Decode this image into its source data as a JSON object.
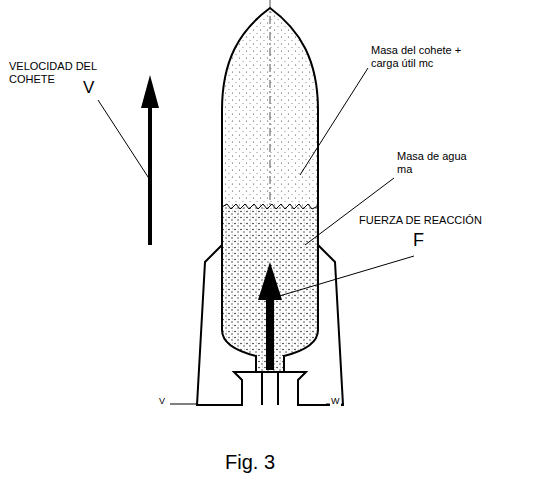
{
  "diagram": {
    "caption": "Fig. 3",
    "labels": [
      "VELOCIDAD DEL COHETE",
      "V",
      "Masa del cohete + carga útil mc",
      "Masa de agua ma",
      "FUERZA DE REACCIÓN",
      "F",
      "V",
      "W"
    ]
  }
}
